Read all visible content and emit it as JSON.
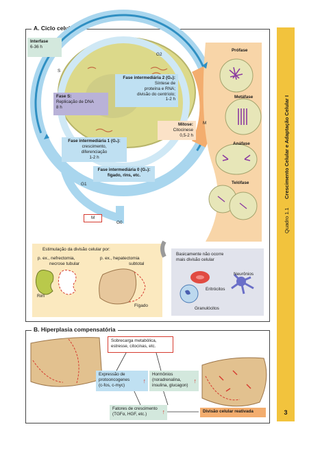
{
  "sidebar": {
    "quadro": "Quadro 1.1",
    "title": "Crescimento Celular e Adaptação Celular I",
    "page_number": "3"
  },
  "section_a": {
    "title": "A. Ciclo celular",
    "interfase": {
      "title": "Interfase",
      "time": "6-36 h"
    },
    "s_label": "S",
    "g2_label": "G2",
    "m_label": "M",
    "g1_label": "G1",
    "g0_label": "G0",
    "m_pentagon": "M",
    "fase_s": {
      "title": "Fase S:",
      "l1": "Replicação de DNA",
      "l2": "8 h"
    },
    "fase_g2": {
      "title": "Fase intermediária 2 (G₂):",
      "l1": "Síntese de",
      "l2": "proteína e RNA;",
      "l3": "divisão do centríolo;",
      "l4": "1-2 h"
    },
    "mitose": {
      "title": "Mitose:",
      "l1": "Citocinese",
      "l2": "0,5-2 h"
    },
    "fase_g1": {
      "title": "Fase intermediária 1 (G₁):",
      "l1": "crescimento,",
      "l2": "diferenciação",
      "l3": "1-2 h"
    },
    "fase_g0": {
      "title": "Fase intermediária 0 (G₀):",
      "l1": "fígado, rins, etc."
    },
    "phases": {
      "profase": "Prófase",
      "metafase": "Metáfase",
      "anafase": "Anáfase",
      "telofase": "Telófase"
    },
    "estimulacao": {
      "title": "Estimulação da divisão celular por:",
      "left1": "p. ex., nefrectomia,",
      "left2": "necrose tubular",
      "right1": "p. ex., hepatectomia",
      "right2": "subtotal",
      "rim": "Rim",
      "figado": "Fígado"
    },
    "no_division": {
      "l1": "Basicamente não ocorre",
      "l2": "mais divisão celular",
      "neuronios": "Neurônios",
      "eritrocitos": "Eritrócitos",
      "granulocitos": "Granulócitos"
    }
  },
  "section_b": {
    "title": "B. Hiperplasia compensatória",
    "sobrecarga": {
      "l1": "Sobrecarga metabólica,",
      "l2": "estresse, citocinas, etc."
    },
    "expressao": {
      "l1": "Expressão de",
      "l2": "protooncogenes",
      "l3": "(c-fos, c-myc)"
    },
    "hormonios": {
      "l1": "Hormônios",
      "l2": "(noradrenalina,",
      "l3": "insulina, glucagon)"
    },
    "fatores": {
      "l1": "Fatores de crescimento",
      "l2": "(TGFα, HGF, etc.)"
    },
    "divisao": "Divisão celular reativada",
    "up_arrow": "↑"
  },
  "colors": {
    "accent_yellow": "#f2c33d",
    "ring_blue": "#a9d6ee",
    "ring_dark": "#2f8fc2",
    "mitosis_orange": "#f3ad6e",
    "box_green": "#d3e8dd",
    "box_lilac": "#b9b2d8",
    "box_blue": "#bfe0f2",
    "red": "#d63a2f"
  }
}
